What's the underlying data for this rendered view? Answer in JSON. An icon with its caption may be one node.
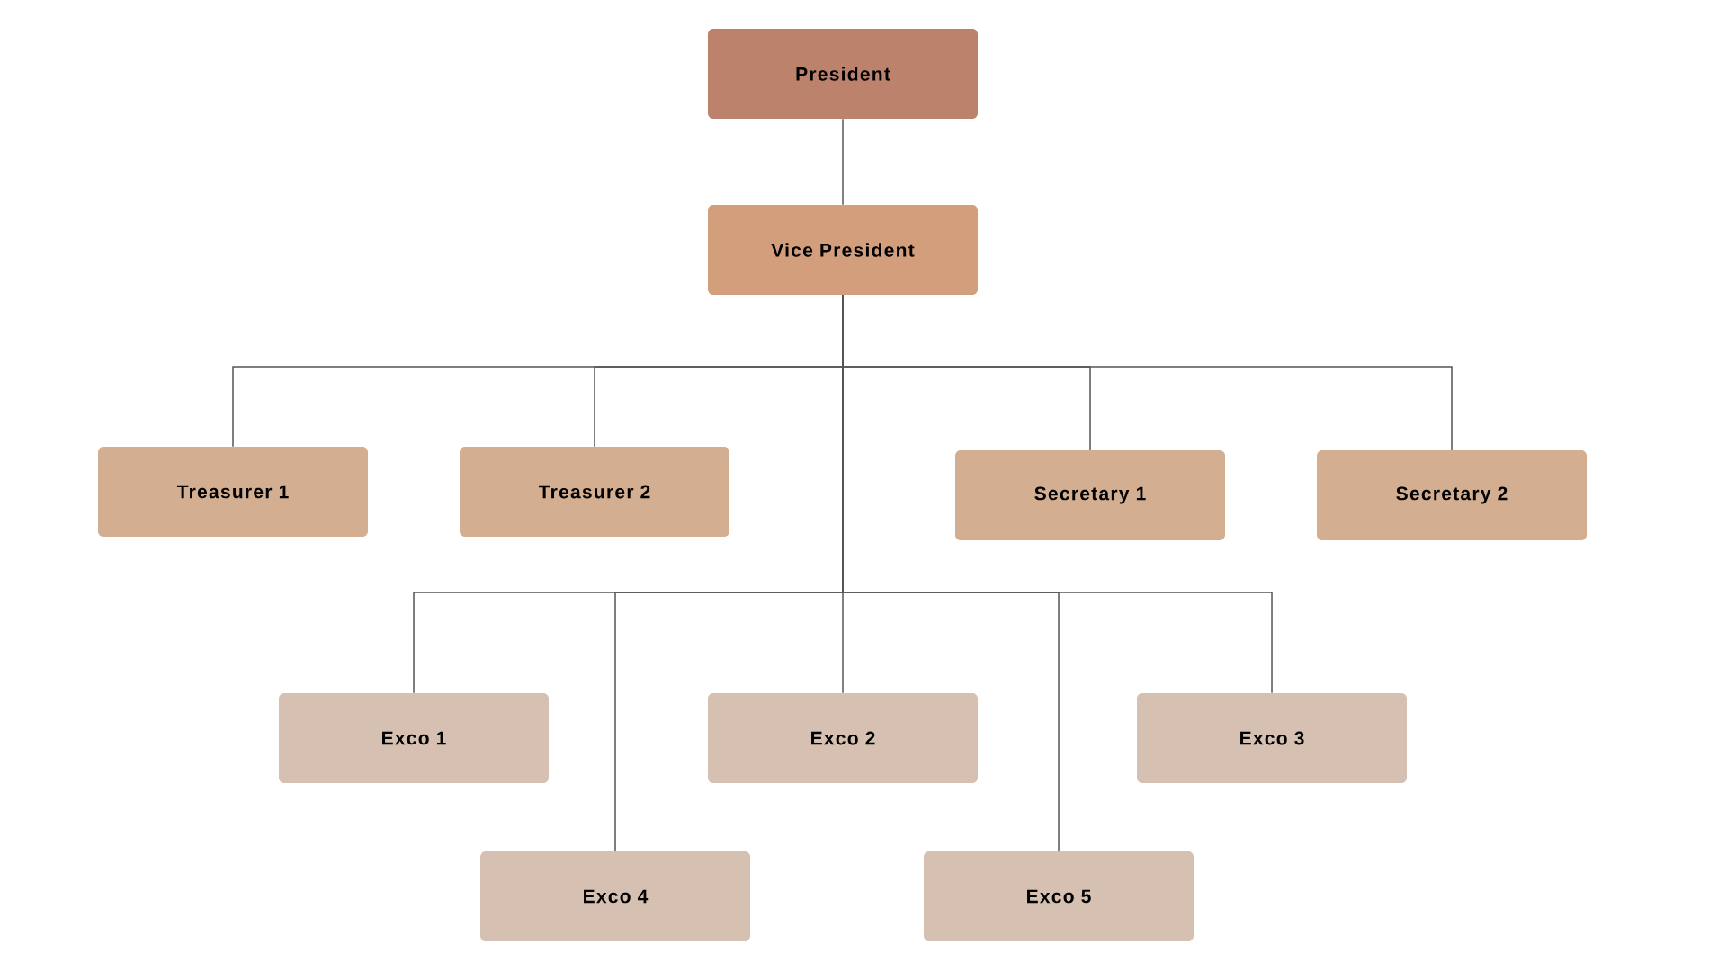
{
  "diagram": {
    "nodes": [
      {
        "text": [
          "President"
        ]
      },
      {
        "text": [
          "Vice President"
        ]
      },
      {
        "text": [
          "Treasurer 1"
        ]
      },
      {
        "text": [
          "Treasurer 2"
        ]
      },
      {
        "text": [
          "Secretary 1"
        ]
      },
      {
        "text": [
          "Secretary 2"
        ]
      },
      {
        "text": [
          "Exco 1"
        ]
      },
      {
        "text": [
          "Exco 2"
        ]
      },
      {
        "text": [
          "Exco 3"
        ]
      },
      {
        "text": [
          "Exco 4"
        ]
      },
      {
        "text": [
          "Exco 5"
        ]
      }
    ],
    "edges": [
      {
        "from": 0,
        "to": 1,
        "arrow": "none"
      },
      {
        "from": 1,
        "to": 2,
        "arrow": "none"
      },
      {
        "from": 1,
        "to": 3,
        "arrow": "none"
      },
      {
        "from": 1,
        "to": 4,
        "arrow": "none"
      },
      {
        "from": 1,
        "to": 5,
        "arrow": "none"
      },
      {
        "from": 1,
        "to": 6,
        "arrow": "none"
      },
      {
        "from": 1,
        "to": 7,
        "arrow": "none"
      },
      {
        "from": 1,
        "to": 8,
        "arrow": "none"
      },
      {
        "from": 1,
        "to": 9,
        "arrow": "none"
      },
      {
        "from": 1,
        "to": 10,
        "arrow": "none"
      }
    ]
  }
}
